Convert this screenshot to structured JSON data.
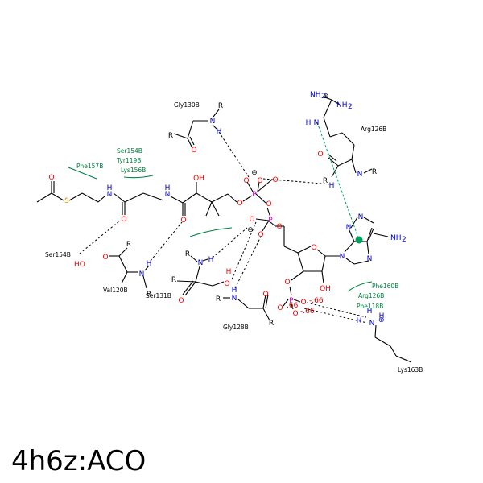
{
  "caption": "4h6z:ACO",
  "colors": {
    "carbon": "#000000",
    "nitrogen": "#0000cc",
    "oxygen": "#ff0000",
    "sulfur": "#cc9900",
    "phosphorus": "#cc00cc",
    "residue_label": "#000000",
    "hydrophobic_label": "#008040",
    "pi_interaction": "#00a060"
  },
  "residue_labels": {
    "gly130": "Gly130B",
    "arg126": "Arg126B",
    "ser154_top": "Ser154B",
    "tyr119": "Tyr119B",
    "lys156": "Lys156B",
    "phe157": "Phe157B",
    "ser154_bottom": "Ser154B",
    "val120": "Val120B",
    "ser131": "Ser131B",
    "gly128": "Gly128B",
    "phe160": "Phe160B",
    "arg126_b": "Arg126B",
    "phe118": "Phe118B",
    "lys163": "Lys163B"
  },
  "atom_labels": {
    "R": "R",
    "N": "N",
    "H": "H",
    "O": "O",
    "OH": "OH",
    "HO": "HO",
    "S": "S",
    "P": "P",
    "NH2": "NH",
    "NH2_sub": "2",
    "minus": "⊖",
    "plus": "⊕",
    "charge": "-.66",
    "charge_alt": ".66"
  }
}
